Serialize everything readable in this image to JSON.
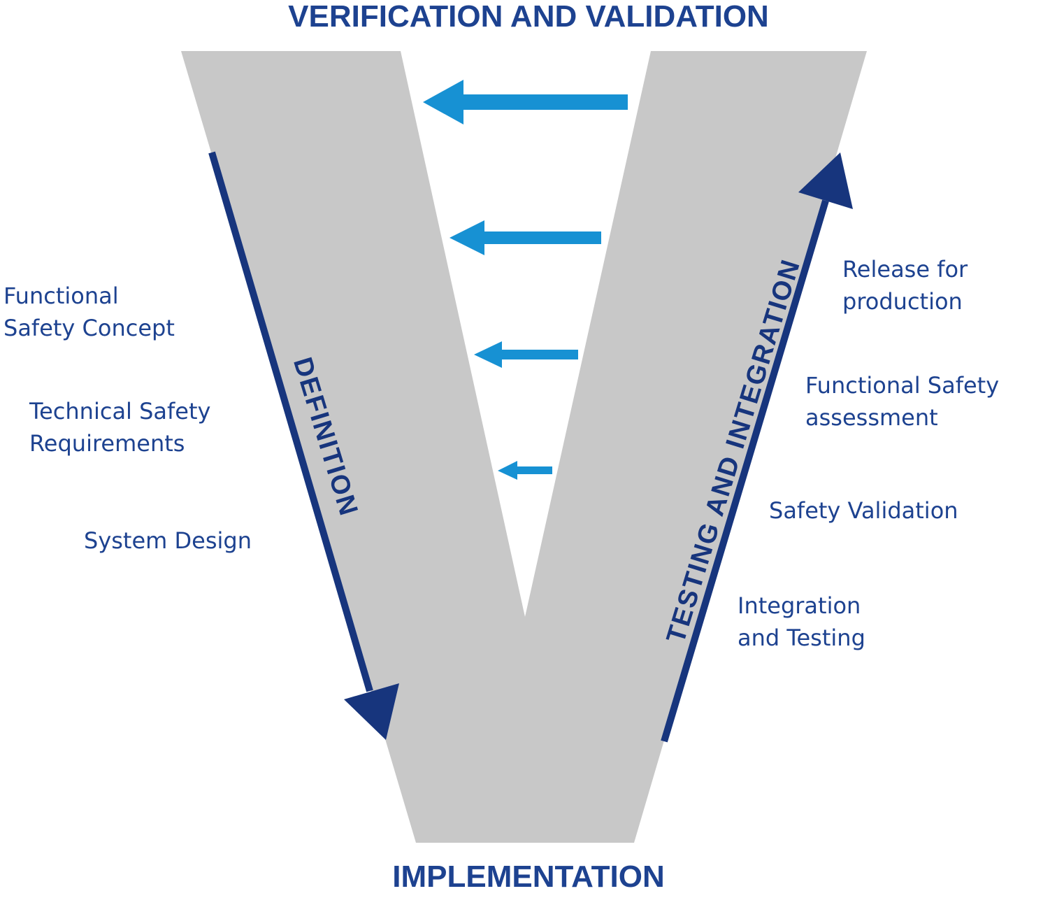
{
  "diagram": {
    "title": "VERIFICATION AND VALIDATION",
    "implementation_label": "IMPLEMENTATION",
    "definition_label": "DEFINITION",
    "testing_label": "TESTING AND INTEGRATION",
    "feedback_arrow_count": 4
  },
  "left_labels": [
    {
      "line1": "Functional",
      "line2": "Safety Concept"
    },
    {
      "line1": "Technical Safety",
      "line2": "Requirements"
    },
    {
      "line1": "System Design",
      "line2": ""
    }
  ],
  "right_labels": [
    {
      "line1": "Release for",
      "line2": "production"
    },
    {
      "line1": "Functional Safety",
      "line2": "assessment"
    },
    {
      "line1": "Safety Validation",
      "line2": ""
    },
    {
      "line1": "Integration",
      "line2": "and Testing"
    }
  ],
  "colors": {
    "v_gray": "#c8c8c8",
    "navy": "#17357d",
    "text_navy": "#1d4290",
    "cyan": "#1791d3",
    "background": "#ffffff"
  }
}
